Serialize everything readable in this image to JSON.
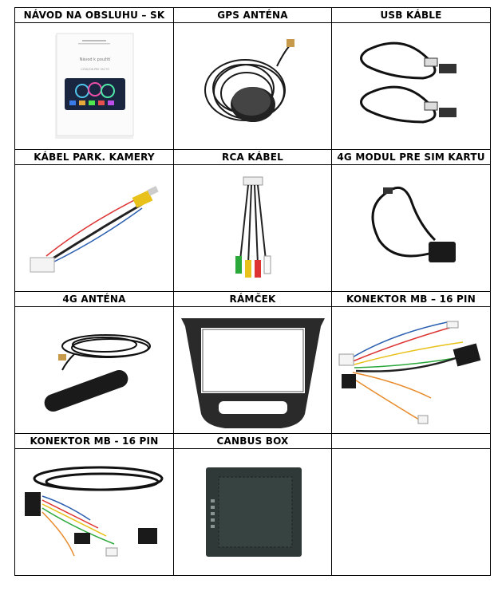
{
  "rows": [
    {
      "headers": [
        "NÁVOD NA OBSLUHU – SK",
        "GPS ANTÉNA",
        "USB KÁBLE"
      ]
    },
    {
      "headers": [
        "KÁBEL PARK. KAMERY",
        "RCA KÁBEL",
        "4G MODUL PRE SIM KARTU"
      ]
    },
    {
      "headers": [
        "4G ANTÉNA",
        "RÁMČEK",
        "KONEKTOR MB – 16 PIN"
      ]
    },
    {
      "headers": [
        "KONEKTOR MB - 16 PIN",
        "CANBUS BOX",
        ""
      ]
    }
  ],
  "manual": {
    "title": "Návod k použití",
    "subtitle": "CZSK/SIK-PRE FACTO"
  },
  "icons": {
    "manual": "manual-booklet-image",
    "gps": "gps-antenna-image",
    "usb": "usb-cables-image",
    "camera": "camera-cable-image",
    "rca": "rca-cable-image",
    "module": "4g-module-image",
    "antenna": "4g-antenna-image",
    "frame": "frame-image",
    "connector1": "connector-harness-image",
    "connector2": "connector-harness-image-2",
    "canbus": "canbus-box-image"
  }
}
